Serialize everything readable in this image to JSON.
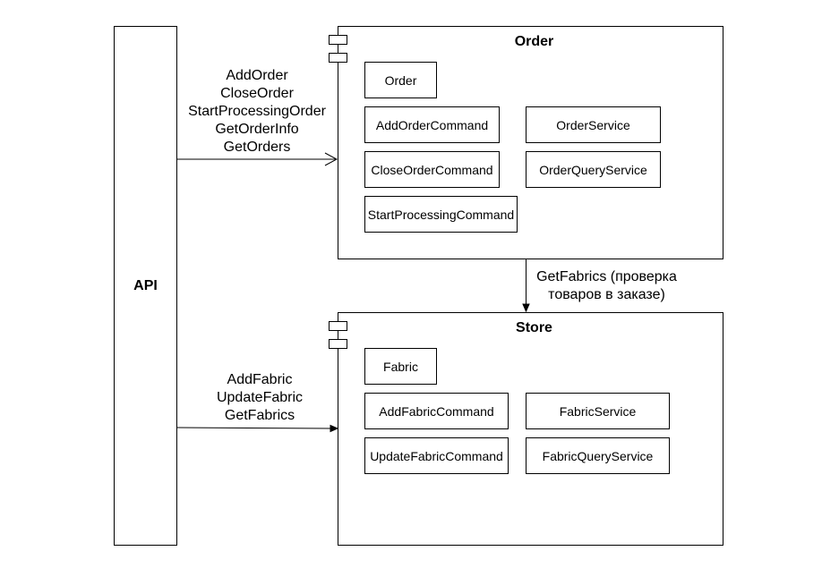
{
  "api": {
    "label": "API"
  },
  "order": {
    "title": "Order",
    "classes": {
      "entity": "Order",
      "add_cmd": "AddOrderCommand",
      "close_cmd": "CloseOrderCommand",
      "start_cmd": "StartProcessingCommand",
      "service": "OrderService",
      "query_service": "OrderQueryService"
    }
  },
  "store": {
    "title": "Store",
    "classes": {
      "entity": "Fabric",
      "add_cmd": "AddFabricCommand",
      "update_cmd": "UpdateFabricCommand",
      "service": "FabricService",
      "query_service": "FabricQueryService"
    }
  },
  "api_to_order": {
    "lines": [
      "AddOrder",
      "CloseOrder",
      "StartProcessingOrder",
      "GetOrderInfo",
      "GetOrders"
    ]
  },
  "api_to_store": {
    "lines": [
      "AddFabric",
      "UpdateFabric",
      "GetFabrics"
    ]
  },
  "order_to_store": {
    "lines": [
      "GetFabrics (проверка",
      "товаров в заказе)"
    ]
  },
  "colors": {
    "stroke": "#000000",
    "background": "#ffffff"
  }
}
